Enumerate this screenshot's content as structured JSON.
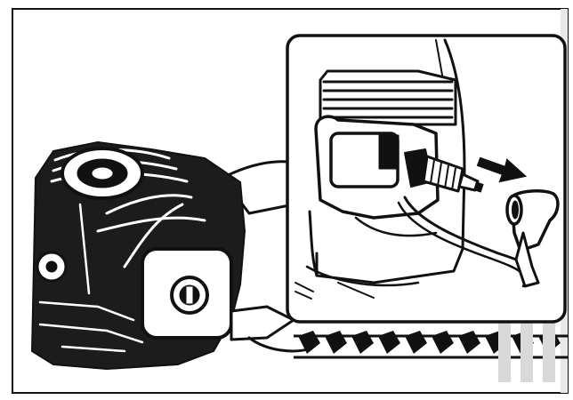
{
  "figure": {
    "subject": "engine-spark-plug-cap-removal",
    "parts": {
      "main_view": "engine-assembly",
      "inset_view": "spark-plug-closeup",
      "arrow": "pull-direction-arrow",
      "cap": "spark-plug-cap",
      "plug": "spark-plug",
      "chain": "saw-chain"
    },
    "colors": {
      "ink": "#111111",
      "paper": "#ffffff",
      "inset_border": "#1a1a1a"
    }
  }
}
